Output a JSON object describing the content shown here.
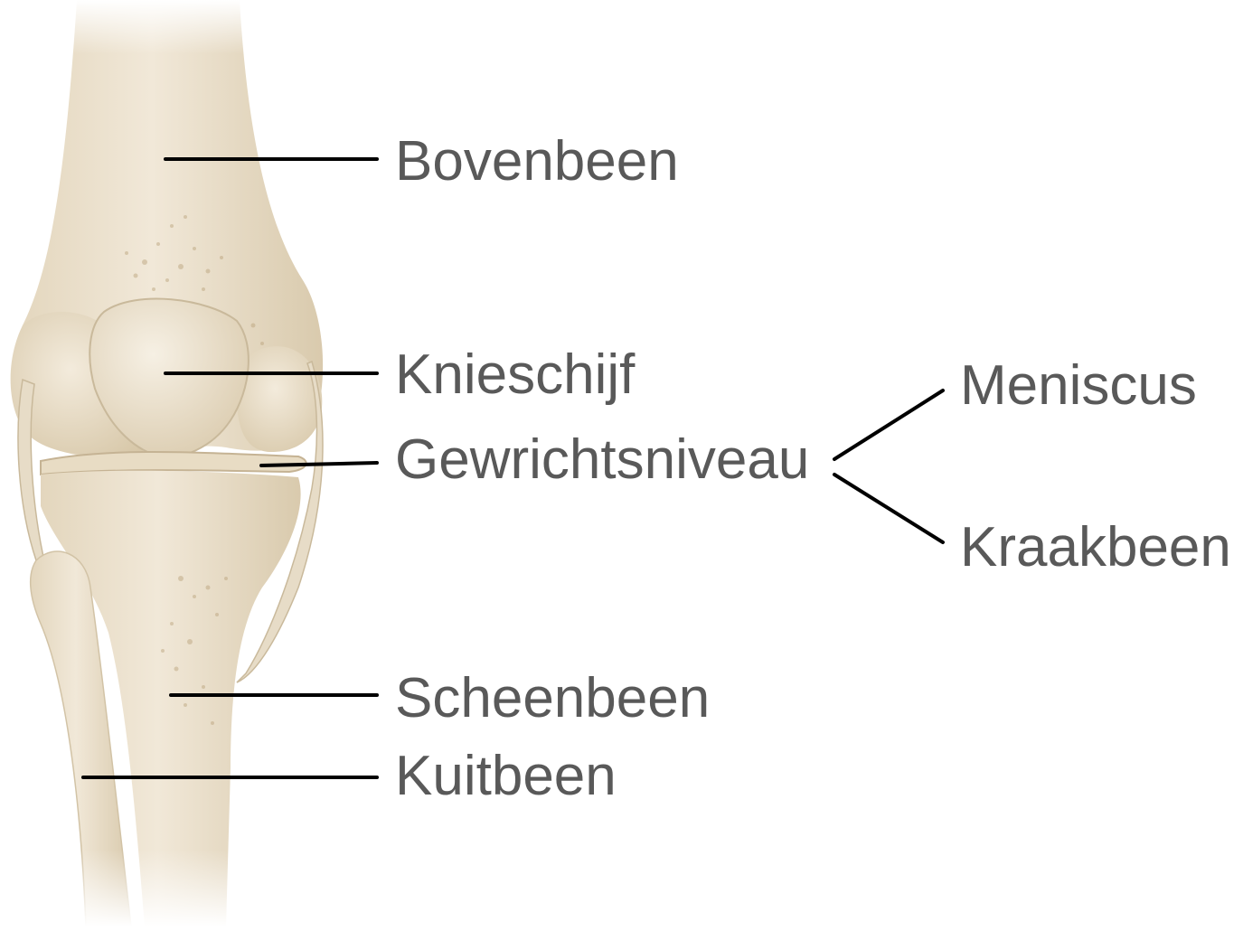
{
  "diagram": {
    "labels": {
      "femur": "Bovenbeen",
      "patella": "Knieschijf",
      "joint_level": "Gewrichtsniveau",
      "meniscus": "Meniscus",
      "cartilage": "Kraakbeen",
      "tibia": "Scheenbeen",
      "fibula": "Kuitbeen"
    },
    "colors": {
      "label_text": "#595959",
      "leader_line": "#000000",
      "bone_light": "#f2eadb",
      "bone_mid": "#e6dac3",
      "bone_shadow": "#cdbd9f",
      "speckle": "#b8a078"
    }
  }
}
